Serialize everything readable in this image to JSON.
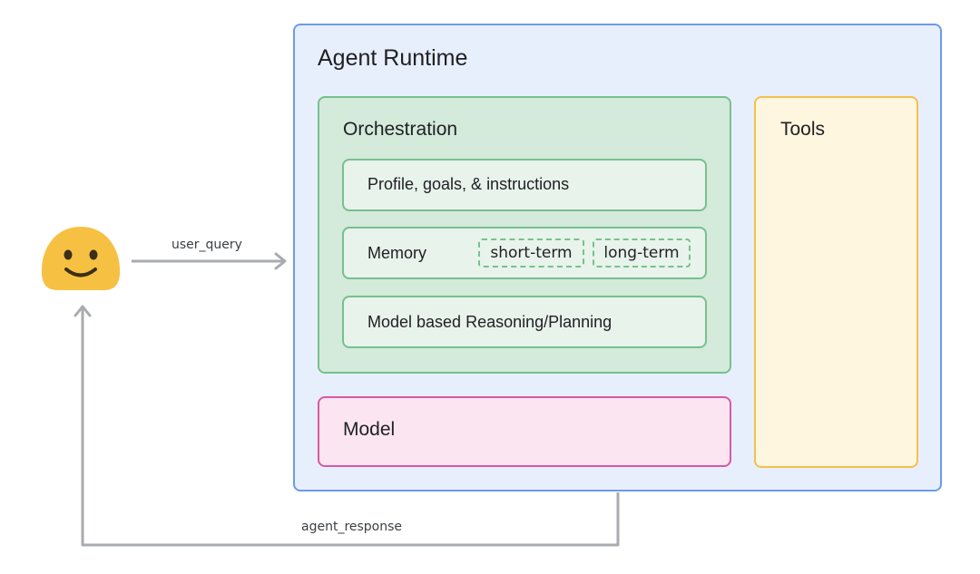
{
  "runtime": {
    "title": "Agent Runtime"
  },
  "orchestration": {
    "title": "Orchestration",
    "rows": {
      "profile": "Profile, goals, & instructions",
      "memory": "Memory",
      "planning": "Model based Reasoning/Planning"
    },
    "memory_types": {
      "short": "short-term",
      "long": "long-term"
    }
  },
  "model": {
    "title": "Model"
  },
  "tools": {
    "title": "Tools"
  },
  "edges": {
    "query": "user_query",
    "response": "agent_response"
  },
  "icons": {
    "user": "smiley-face-icon"
  },
  "colors": {
    "runtime_fill": "#e8effc",
    "runtime_border": "#6b9be8",
    "orchestration_fill": "#d4eadb",
    "orchestration_border": "#77c08f",
    "model_fill": "#fae5f1",
    "model_border": "#d958a4",
    "tools_fill": "#fff6df",
    "tools_border": "#f2c14e",
    "user_face": "#f6c142",
    "arrow": "#a8abaf"
  }
}
